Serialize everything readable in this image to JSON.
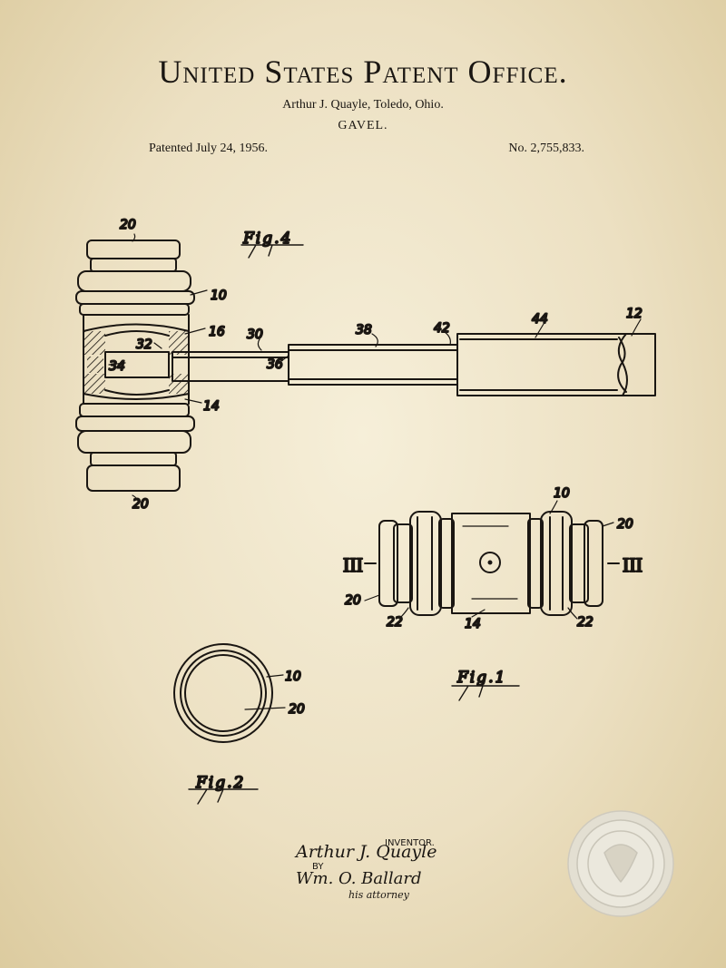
{
  "header": {
    "title": "United States Patent Office.",
    "inventor_line": "Arthur J. Quayle, Toledo, Ohio.",
    "invention": "GAVEL.",
    "patented": "Patented July 24, 1956.",
    "number": "No. 2,755,833."
  },
  "figures": {
    "fig4": "Fig.4",
    "fig1": "Fig.1",
    "fig2": "Fig.2",
    "section_left": "III",
    "section_right": "III"
  },
  "refs": {
    "r20": "20",
    "r10": "10",
    "r16": "16",
    "r30": "30",
    "r32": "32",
    "r34": "34",
    "r36": "36",
    "r38": "38",
    "r42": "42",
    "r44": "44",
    "r12": "12",
    "r14": "14",
    "r22": "22"
  },
  "signature": {
    "inventor_label": "INVENTOR.",
    "inventor_name": "Arthur J. Quayle",
    "by": "BY",
    "attorney_name": "Wm. O. Ballard",
    "attorney_label": "his attorney"
  },
  "colors": {
    "paper": "#efe5c8",
    "ink": "#1a1612",
    "seal": "#d9d6cc"
  },
  "icons": {
    "seal": "patent-office-seal-icon"
  }
}
